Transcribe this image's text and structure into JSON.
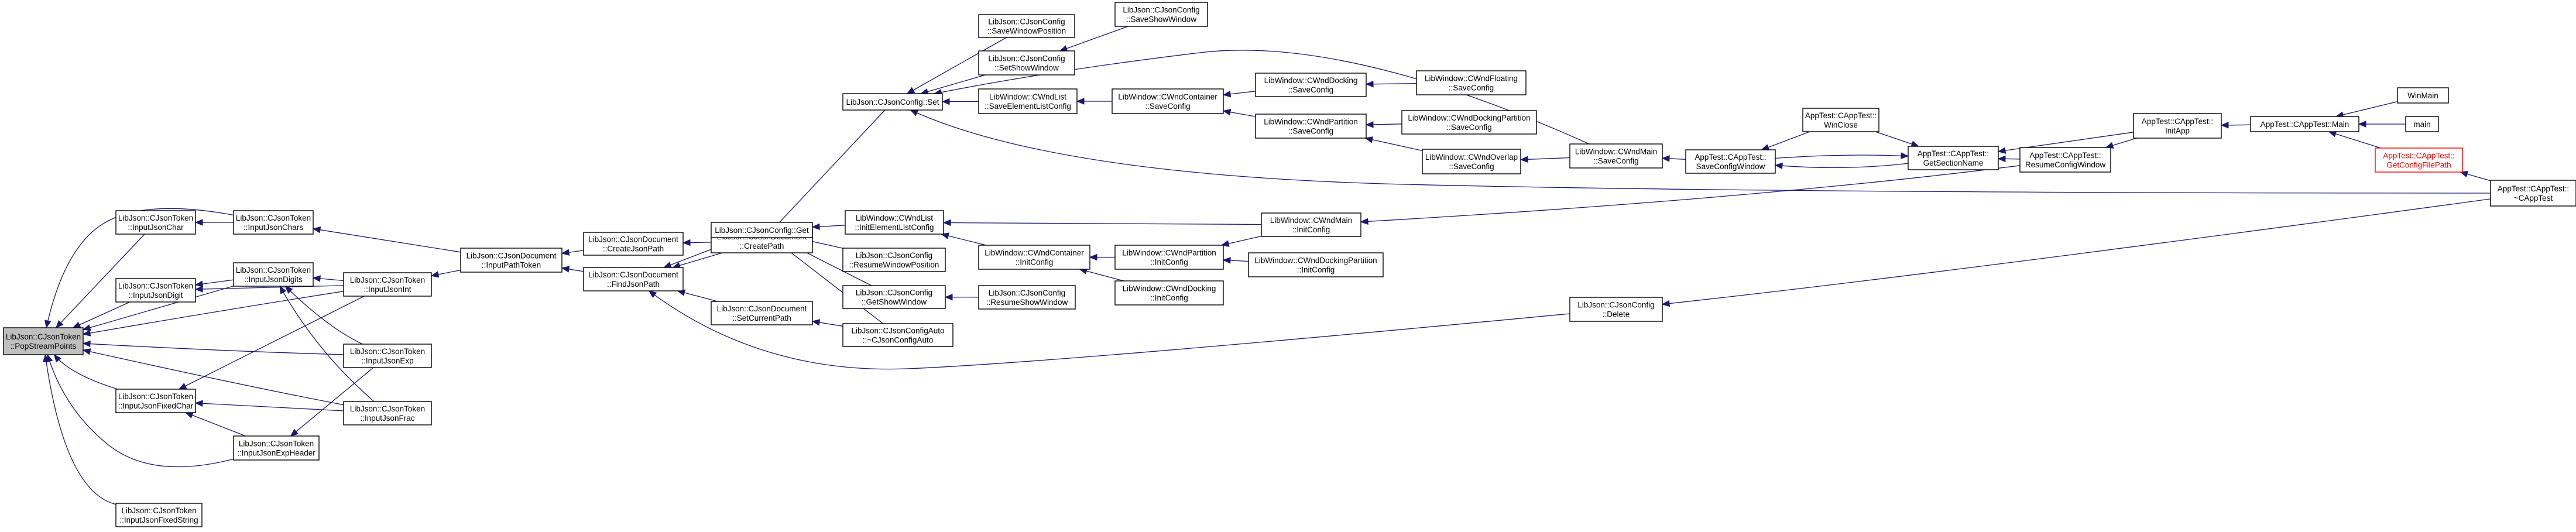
{
  "graph": {
    "type": "caller-graph",
    "root": "pop",
    "nodes": [
      {
        "id": "pop",
        "lines": [
          "LibJson::CJsonToken",
          "::PopStreamPoints"
        ],
        "style": "root"
      },
      {
        "id": "inChar",
        "lines": [
          "LibJson::CJsonToken",
          "::InputJsonChar"
        ]
      },
      {
        "id": "inChars",
        "lines": [
          "LibJson::CJsonToken",
          "::InputJsonChars"
        ]
      },
      {
        "id": "inDigit",
        "lines": [
          "LibJson::CJsonToken",
          "::InputJsonDigit"
        ]
      },
      {
        "id": "inDigits",
        "lines": [
          "LibJson::CJsonToken",
          "::InputJsonDigits"
        ]
      },
      {
        "id": "inInt",
        "lines": [
          "LibJson::CJsonToken",
          "::InputJsonInt"
        ]
      },
      {
        "id": "inExp",
        "lines": [
          "LibJson::CJsonToken",
          "::InputJsonExp"
        ]
      },
      {
        "id": "inFrac",
        "lines": [
          "LibJson::CJsonToken",
          "::InputJsonFrac"
        ]
      },
      {
        "id": "inFixedChar",
        "lines": [
          "LibJson::CJsonToken",
          "::InputJsonFixedChar"
        ]
      },
      {
        "id": "inExpHeader",
        "lines": [
          "LibJson::CJsonToken",
          "::InputJsonExpHeader"
        ]
      },
      {
        "id": "inFixedString",
        "lines": [
          "LibJson::CJsonToken",
          "::InputJsonFixedString"
        ]
      },
      {
        "id": "inPathToken",
        "lines": [
          "LibJson::CJsonDocument",
          "::InputPathToken"
        ]
      },
      {
        "id": "createJsonPath",
        "lines": [
          "LibJson::CJsonDocument",
          "::CreateJsonPath"
        ]
      },
      {
        "id": "findJsonPath",
        "lines": [
          "LibJson::CJsonDocument",
          "::FindJsonPath"
        ]
      },
      {
        "id": "createPath",
        "lines": [
          "LibJson::CJsonDocument",
          "::CreatePath"
        ]
      },
      {
        "id": "cfgGet",
        "lines": [
          "LibJson::CJsonConfig::Get"
        ]
      },
      {
        "id": "setCurrentPath",
        "lines": [
          "LibJson::CJsonDocument",
          "::SetCurrentPath"
        ]
      },
      {
        "id": "cfgSet",
        "lines": [
          "LibJson::CJsonConfig::Set"
        ]
      },
      {
        "id": "saveWindowPosition",
        "lines": [
          "LibJson::CJsonConfig",
          "::SaveWindowPosition"
        ]
      },
      {
        "id": "setShowWindow",
        "lines": [
          "LibJson::CJsonConfig",
          "::SetShowWindow"
        ]
      },
      {
        "id": "saveShowWindow",
        "lines": [
          "LibJson::CJsonConfig",
          "::SaveShowWindow"
        ]
      },
      {
        "id": "listSaveElem",
        "lines": [
          "LibWindow::CWndList",
          "::SaveElementListConfig"
        ]
      },
      {
        "id": "containerSave",
        "lines": [
          "LibWindow::CWndContainer",
          "::SaveConfig"
        ]
      },
      {
        "id": "dockingSave",
        "lines": [
          "LibWindow::CWndDocking",
          "::SaveConfig"
        ]
      },
      {
        "id": "floatingSave",
        "lines": [
          "LibWindow::CWndFloating",
          "::SaveConfig"
        ]
      },
      {
        "id": "partitionSave",
        "lines": [
          "LibWindow::CWndPartition",
          "::SaveConfig"
        ]
      },
      {
        "id": "dockPartSave",
        "lines": [
          "LibWindow::CWndDockingPartition",
          "::SaveConfig"
        ]
      },
      {
        "id": "overlapSave",
        "lines": [
          "LibWindow::CWndOverlap",
          "::SaveConfig"
        ]
      },
      {
        "id": "mainSave",
        "lines": [
          "LibWindow::CWndMain",
          "::SaveConfig"
        ]
      },
      {
        "id": "saveConfigWindow",
        "lines": [
          "AppTest::CAppTest::",
          "SaveConfigWindow"
        ]
      },
      {
        "id": "winClose",
        "lines": [
          "AppTest::CAppTest::",
          "WinClose"
        ]
      },
      {
        "id": "getSectionName",
        "lines": [
          "AppTest::CAppTest::",
          "GetSectionName"
        ]
      },
      {
        "id": "resumeConfigWindow",
        "lines": [
          "AppTest::CAppTest::",
          "ResumeConfigWindow"
        ]
      },
      {
        "id": "initApp",
        "lines": [
          "AppTest::CAppTest::",
          "InitApp"
        ]
      },
      {
        "id": "appMain",
        "lines": [
          "AppTest::CAppTest::Main"
        ]
      },
      {
        "id": "winMain",
        "lines": [
          "WinMain"
        ]
      },
      {
        "id": "main",
        "lines": [
          "main"
        ]
      },
      {
        "id": "getConfigFilePath",
        "lines": [
          "AppTest::CAppTest::",
          "GetConfigFilePath"
        ],
        "style": "red"
      },
      {
        "id": "dtor",
        "lines": [
          "AppTest::CAppTest::",
          "~CAppTest"
        ]
      },
      {
        "id": "listInitElem",
        "lines": [
          "LibWindow::CWndList",
          "::InitElementListConfig"
        ]
      },
      {
        "id": "resumeWindowPosition",
        "lines": [
          "LibJson::CJsonConfig",
          "::ResumeWindowPosition"
        ]
      },
      {
        "id": "getShowWindow",
        "lines": [
          "LibJson::CJsonConfig",
          "::GetShowWindow"
        ]
      },
      {
        "id": "resumeShowWindow",
        "lines": [
          "LibJson::CJsonConfig",
          "::ResumeShowWindow"
        ]
      },
      {
        "id": "cfgAuto",
        "lines": [
          "LibJson::CJsonConfigAuto",
          "::~CJsonConfigAuto"
        ]
      },
      {
        "id": "containerInit",
        "lines": [
          "LibWindow::CWndContainer",
          "::InitConfig"
        ]
      },
      {
        "id": "partitionInit",
        "lines": [
          "LibWindow::CWndPartition",
          "::InitConfig"
        ]
      },
      {
        "id": "dockPartInit",
        "lines": [
          "LibWindow::CWndDockingPartition",
          "::InitConfig"
        ]
      },
      {
        "id": "dockingInit",
        "lines": [
          "LibWindow::CWndDocking",
          "::InitConfig"
        ]
      },
      {
        "id": "mainInit",
        "lines": [
          "LibWindow::CWndMain",
          "::InitConfig"
        ]
      },
      {
        "id": "cfgDelete",
        "lines": [
          "LibJson::CJsonConfig",
          "::Delete"
        ]
      }
    ],
    "edges": [
      [
        "inChar",
        "pop"
      ],
      [
        "inChars",
        "pop"
      ],
      [
        "inDigit",
        "pop"
      ],
      [
        "inDigits",
        "pop"
      ],
      [
        "inInt",
        "pop"
      ],
      [
        "inExp",
        "pop"
      ],
      [
        "inFrac",
        "pop"
      ],
      [
        "inFixedChar",
        "pop"
      ],
      [
        "inExpHeader",
        "pop"
      ],
      [
        "inFixedString",
        "pop"
      ],
      [
        "inChars",
        "inChar"
      ],
      [
        "inInt",
        "inDigit"
      ],
      [
        "inDigits",
        "inDigit"
      ],
      [
        "inInt",
        "inDigits"
      ],
      [
        "inExp",
        "inDigits"
      ],
      [
        "inFrac",
        "inDigits"
      ],
      [
        "inInt",
        "inFixedChar"
      ],
      [
        "inExpHeader",
        "inFixedChar"
      ],
      [
        "inFrac",
        "inFixedChar"
      ],
      [
        "inExp",
        "inExpHeader"
      ],
      [
        "inPathToken",
        "inChars"
      ],
      [
        "inPathToken",
        "inInt"
      ],
      [
        "createJsonPath",
        "inPathToken"
      ],
      [
        "findJsonPath",
        "inPathToken"
      ],
      [
        "createPath",
        "createJsonPath"
      ],
      [
        "createPath",
        "findJsonPath"
      ],
      [
        "cfgGet",
        "findJsonPath"
      ],
      [
        "setCurrentPath",
        "findJsonPath"
      ],
      [
        "cfgDelete",
        "findJsonPath"
      ],
      [
        "cfgSet",
        "createPath"
      ],
      [
        "saveWindowPosition",
        "cfgSet"
      ],
      [
        "setShowWindow",
        "cfgSet"
      ],
      [
        "listSaveElem",
        "cfgSet"
      ],
      [
        "mainSave",
        "cfgSet"
      ],
      [
        "dtor",
        "cfgSet"
      ],
      [
        "saveShowWindow",
        "setShowWindow"
      ],
      [
        "containerSave",
        "listSaveElem"
      ],
      [
        "dockingSave",
        "containerSave"
      ],
      [
        "partitionSave",
        "containerSave"
      ],
      [
        "floatingSave",
        "dockingSave"
      ],
      [
        "dockPartSave",
        "partitionSave"
      ],
      [
        "overlapSave",
        "partitionSave"
      ],
      [
        "mainSave",
        "overlapSave"
      ],
      [
        "saveConfigWindow",
        "mainSave"
      ],
      [
        "winClose",
        "saveConfigWindow"
      ],
      [
        "getSectionName",
        "saveConfigWindow"
      ],
      [
        "saveConfigWindow",
        "getSectionName"
      ],
      [
        "winClose",
        "getSectionName"
      ],
      [
        "resumeConfigWindow",
        "getSectionName"
      ],
      [
        "initApp",
        "getSectionName"
      ],
      [
        "initApp",
        "resumeConfigWindow"
      ],
      [
        "appMain",
        "initApp"
      ],
      [
        "winMain",
        "appMain"
      ],
      [
        "main",
        "appMain"
      ],
      [
        "getConfigFilePath",
        "appMain"
      ],
      [
        "dtor",
        "getConfigFilePath"
      ],
      [
        "listInitElem",
        "cfgGet"
      ],
      [
        "resumeWindowPosition",
        "cfgGet"
      ],
      [
        "getShowWindow",
        "cfgGet"
      ],
      [
        "cfgAuto",
        "cfgGet"
      ],
      [
        "resumeShowWindow",
        "getShowWindow"
      ],
      [
        "containerInit",
        "listInitElem"
      ],
      [
        "mainInit",
        "listInitElem"
      ],
      [
        "partitionInit",
        "containerInit"
      ],
      [
        "dockingInit",
        "containerInit"
      ],
      [
        "dockPartInit",
        "partitionInit"
      ],
      [
        "mainInit",
        "partitionInit"
      ],
      [
        "resumeConfigWindow",
        "mainInit"
      ],
      [
        "cfgAuto",
        "setCurrentPath"
      ],
      [
        "dtor",
        "cfgDelete"
      ]
    ]
  }
}
